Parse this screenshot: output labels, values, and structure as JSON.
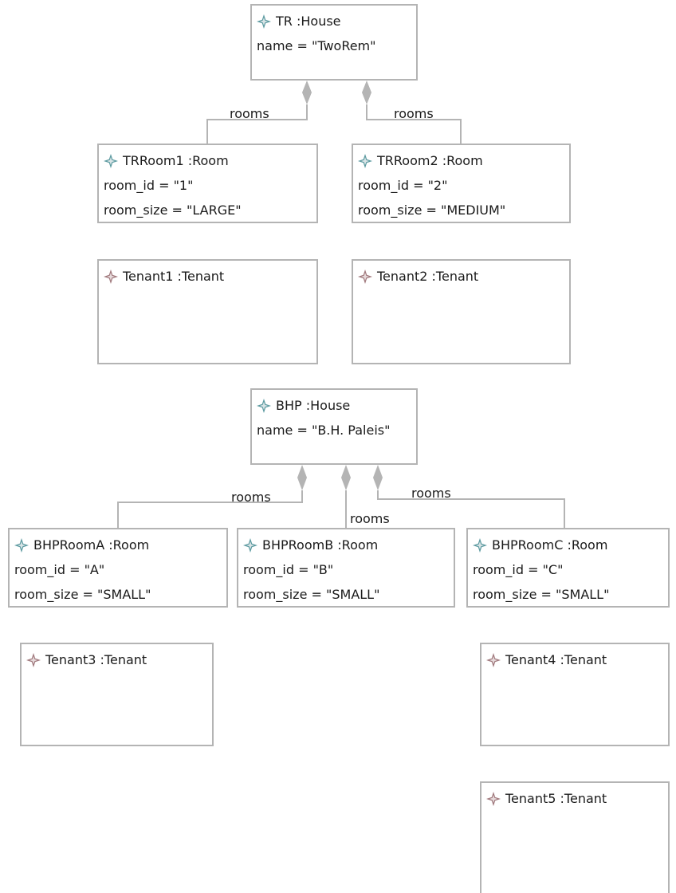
{
  "objects": {
    "tr": {
      "name": "TR :House",
      "attrs": [
        "name = \"TwoRem\""
      ]
    },
    "trroom1": {
      "name": "TRRoom1 :Room",
      "attrs": [
        "room_id = \"1\"",
        "room_size = \"LARGE\""
      ]
    },
    "trroom2": {
      "name": "TRRoom2 :Room",
      "attrs": [
        "room_id = \"2\"",
        "room_size = \"MEDIUM\""
      ]
    },
    "tenant1": {
      "name": "Tenant1 :Tenant",
      "attrs": []
    },
    "tenant2": {
      "name": "Tenant2 :Tenant",
      "attrs": []
    },
    "bhp": {
      "name": "BHP :House",
      "attrs": [
        "name = \"B.H. Paleis\""
      ]
    },
    "bhproomA": {
      "name": "BHPRoomA :Room",
      "attrs": [
        "room_id = \"A\"",
        "room_size = \"SMALL\""
      ]
    },
    "bhproomB": {
      "name": "BHPRoomB :Room",
      "attrs": [
        "room_id = \"B\"",
        "room_size = \"SMALL\""
      ]
    },
    "bhproomC": {
      "name": "BHPRoomC :Room",
      "attrs": [
        "room_id = \"C\"",
        "room_size = \"SMALL\""
      ]
    },
    "tenant3": {
      "name": "Tenant3 :Tenant",
      "attrs": []
    },
    "tenant4": {
      "name": "Tenant4 :Tenant",
      "attrs": []
    },
    "tenant5": {
      "name": "Tenant5 :Tenant",
      "attrs": []
    }
  },
  "links": {
    "tr_room1": "rooms",
    "tr_room2": "rooms",
    "bhp_roomA": "rooms",
    "bhp_roomB": "rooms",
    "bhp_roomC": "rooms"
  },
  "colors": {
    "border": "#b4b4b4",
    "icon_house_room": "#5c9aa0",
    "icon_tenant": "#a0787c"
  }
}
